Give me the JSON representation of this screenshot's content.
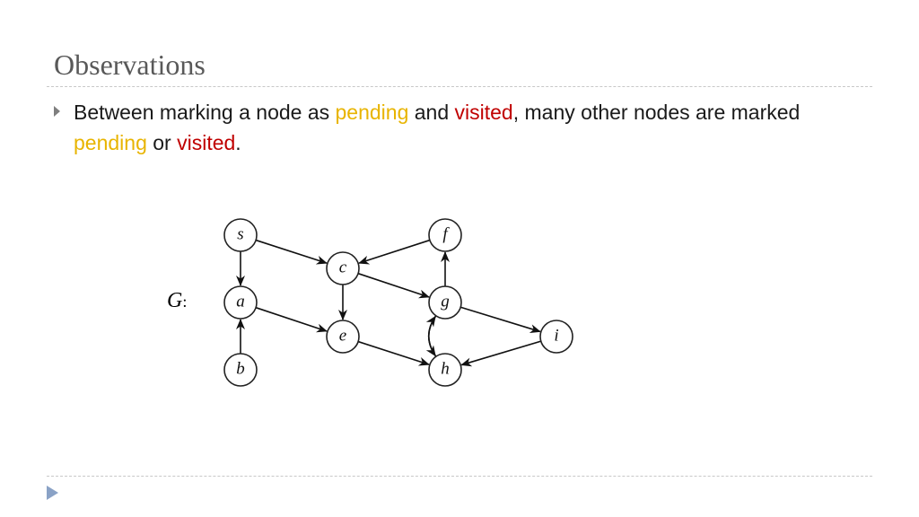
{
  "slide": {
    "title": "Observations",
    "bullet": {
      "t1": "Between marking a node as ",
      "pending1": "pending",
      "t2": " and ",
      "visited1": "visited",
      "t3": ", many other nodes are marked ",
      "pending2": "pending",
      "t4": " or ",
      "visited2": "visited",
      "t5": "."
    },
    "colors": {
      "pending": "#e8b400",
      "visited": "#c00000"
    }
  },
  "graph": {
    "label": "G",
    "label_colon": ":",
    "nodes": [
      {
        "id": "s",
        "label": "s"
      },
      {
        "id": "a",
        "label": "a"
      },
      {
        "id": "b",
        "label": "b"
      },
      {
        "id": "c",
        "label": "c"
      },
      {
        "id": "e",
        "label": "e"
      },
      {
        "id": "f",
        "label": "f"
      },
      {
        "id": "g",
        "label": "g"
      },
      {
        "id": "h",
        "label": "h"
      },
      {
        "id": "i",
        "label": "i"
      }
    ],
    "edges": [
      {
        "from": "s",
        "to": "a"
      },
      {
        "from": "s",
        "to": "c"
      },
      {
        "from": "b",
        "to": "a"
      },
      {
        "from": "a",
        "to": "e"
      },
      {
        "from": "c",
        "to": "e"
      },
      {
        "from": "c",
        "to": "g"
      },
      {
        "from": "f",
        "to": "c"
      },
      {
        "from": "g",
        "to": "f"
      },
      {
        "from": "g",
        "to": "i"
      },
      {
        "from": "e",
        "to": "h"
      },
      {
        "from": "i",
        "to": "h"
      },
      {
        "from": "g",
        "to": "h"
      },
      {
        "from": "h",
        "to": "g"
      }
    ]
  }
}
